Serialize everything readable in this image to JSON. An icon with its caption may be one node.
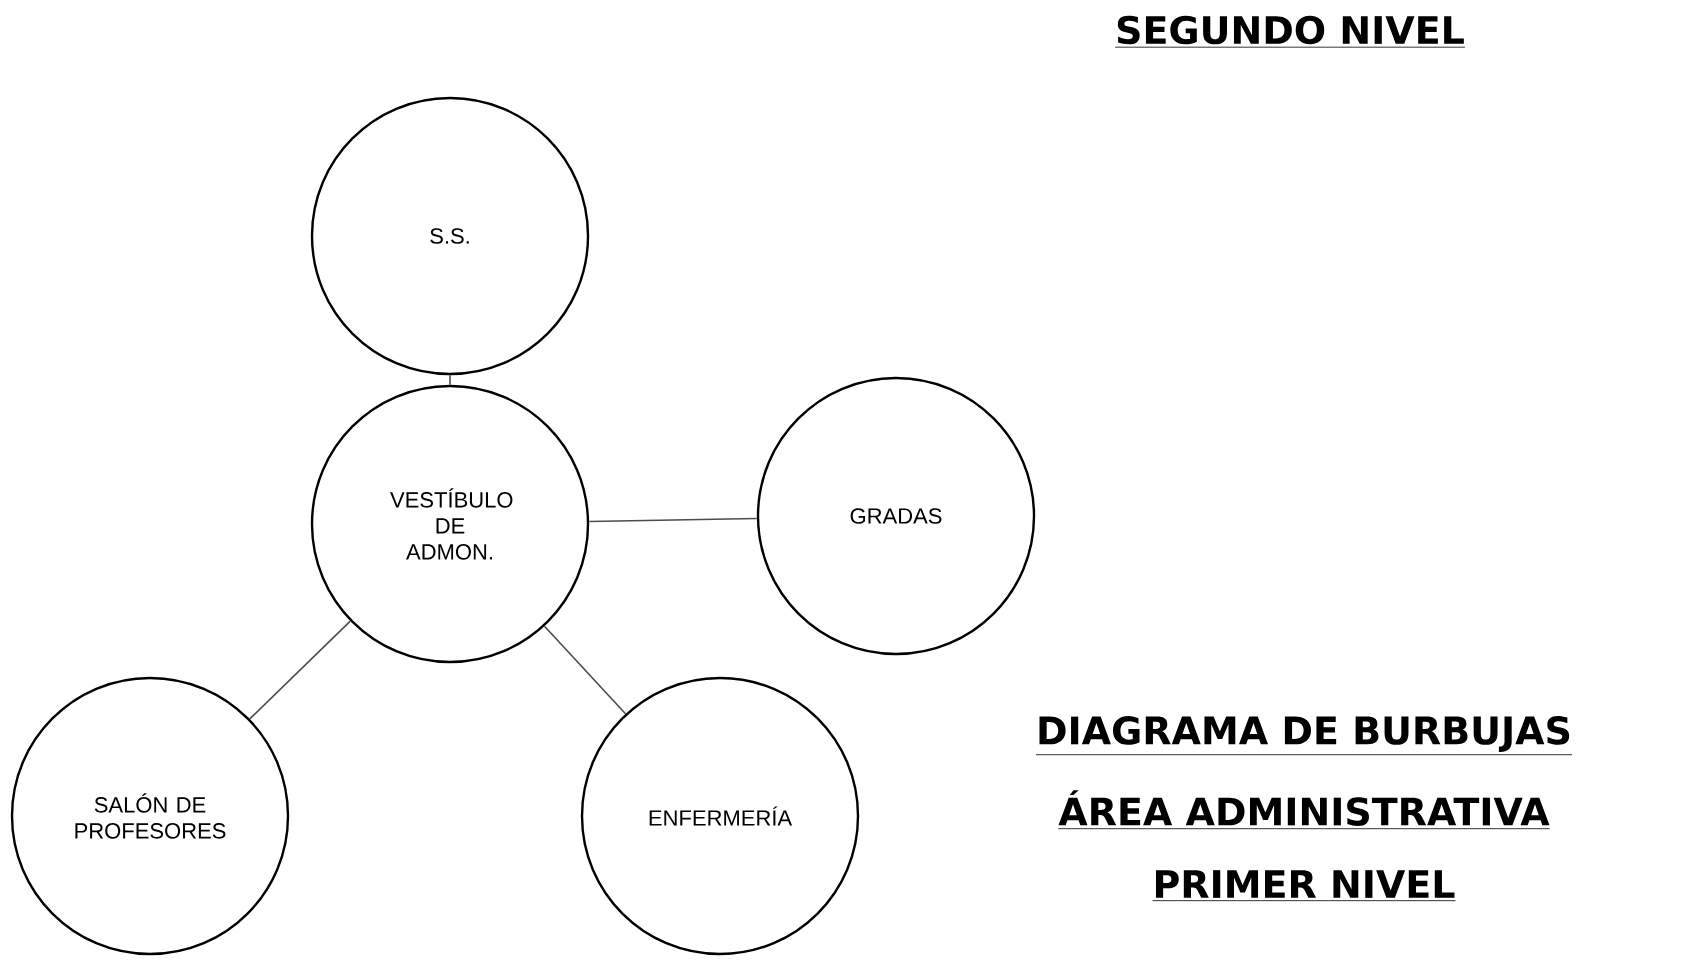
{
  "diagram": {
    "nodes": [
      {
        "text": [
          "S.S."
        ]
      },
      {
        "text": [
          "VESTÍBULO DE ADMON."
        ]
      },
      {
        "text": [
          "GRADAS"
        ]
      },
      {
        "text": [
          "SALÓN DE PROFESORES"
        ]
      },
      {
        "text": [
          "ENFERMERÍA"
        ]
      }
    ],
    "edges": [
      {
        "from": 0,
        "to": 1,
        "arrow": "none"
      },
      {
        "from": 1,
        "to": 2,
        "arrow": "none"
      },
      {
        "from": 1,
        "to": 3,
        "arrow": "none"
      },
      {
        "from": 1,
        "to": 4,
        "arrow": "none"
      }
    ],
    "labels": [
      "SEGUNDO NIVEL",
      "DIAGRAMA DE BURBUJAS",
      "ÁREA ADMINISTRATIVA",
      "PRIMER NIVEL"
    ]
  }
}
